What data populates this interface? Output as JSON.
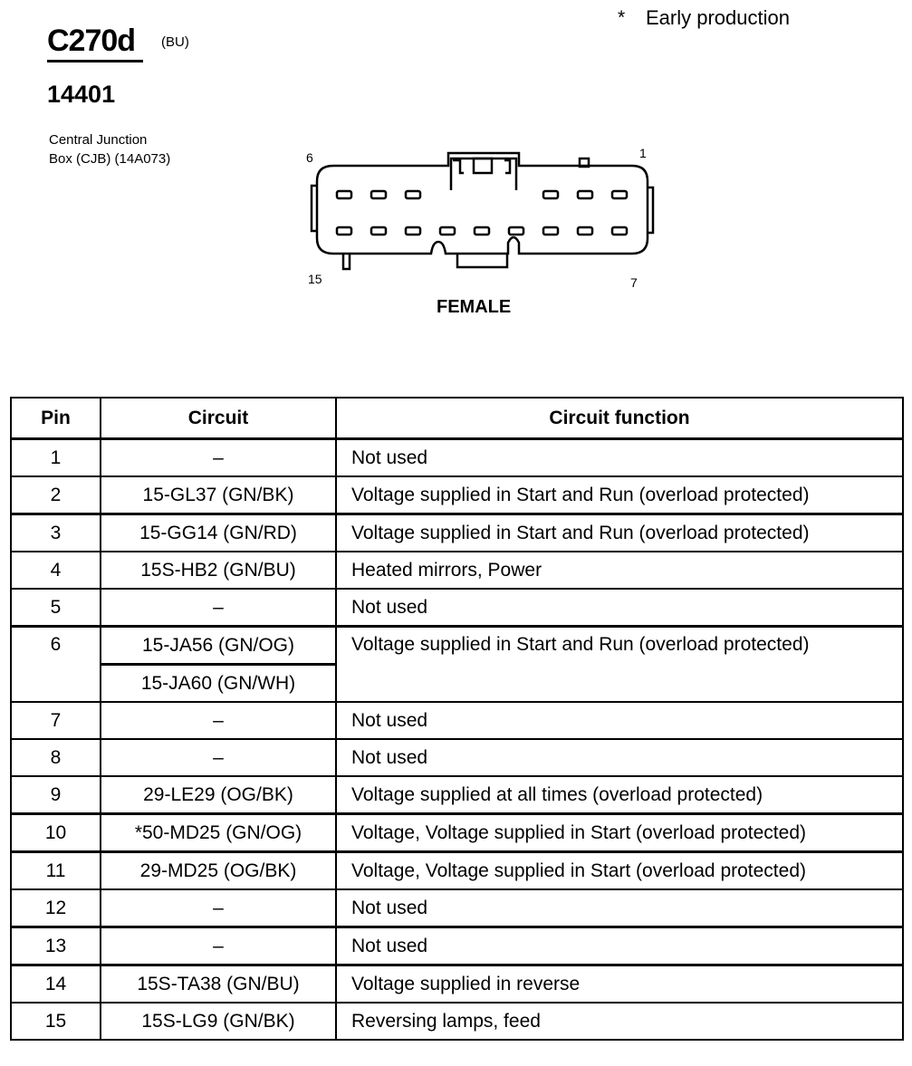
{
  "header": {
    "connector_id": "C270d",
    "connector_color": "(BU)",
    "part_number": "14401",
    "component_line1": "Central Junction",
    "component_line2": "Box (CJB) (14A073)",
    "note_symbol": "*",
    "note_text": "Early production"
  },
  "diagram": {
    "pin_labels": {
      "top_left": "6",
      "top_right": "1",
      "bottom_left": "15",
      "bottom_right": "7"
    },
    "gender": "FEMALE"
  },
  "table": {
    "headers": {
      "pin": "Pin",
      "circuit": "Circuit",
      "function": "Circuit function"
    },
    "rows": [
      {
        "pin": "1",
        "circuit": "–",
        "function": "Not used"
      },
      {
        "pin": "2",
        "circuit": "15-GL37 (GN/BK)",
        "function": "Voltage supplied in Start and Run (overload protected)"
      },
      {
        "pin": "3",
        "circuit": "15-GG14 (GN/RD)",
        "function": "Voltage supplied in Start and Run (overload protected)"
      },
      {
        "pin": "4",
        "circuit": "15S-HB2 (GN/BU)",
        "function": "Heated mirrors, Power"
      },
      {
        "pin": "5",
        "circuit": "–",
        "function": "Not used"
      },
      {
        "pin": "6",
        "circuit_a": "15-JA56 (GN/OG)",
        "circuit_b": "15-JA60 (GN/WH)",
        "function": "Voltage supplied in Start and Run (overload protected)"
      },
      {
        "pin": "7",
        "circuit": "–",
        "function": "Not used"
      },
      {
        "pin": "8",
        "circuit": "–",
        "function": "Not used"
      },
      {
        "pin": "9",
        "circuit": "29-LE29 (OG/BK)",
        "function": "Voltage supplied at all times (overload protected)"
      },
      {
        "pin": "10",
        "circuit": "*50-MD25 (GN/OG)",
        "function": "Voltage, Voltage supplied in Start (overload protected)"
      },
      {
        "pin": "11",
        "circuit": "29-MD25 (OG/BK)",
        "function": "Voltage, Voltage supplied in Start (overload protected)"
      },
      {
        "pin": "12",
        "circuit": "–",
        "function": "Not used"
      },
      {
        "pin": "13",
        "circuit": "–",
        "function": "Not used"
      },
      {
        "pin": "14",
        "circuit": "15S-TA38 (GN/BU)",
        "function": "Voltage supplied in reverse"
      },
      {
        "pin": "15",
        "circuit": "15S-LG9 (GN/BK)",
        "function": "Reversing lamps, feed"
      }
    ]
  }
}
